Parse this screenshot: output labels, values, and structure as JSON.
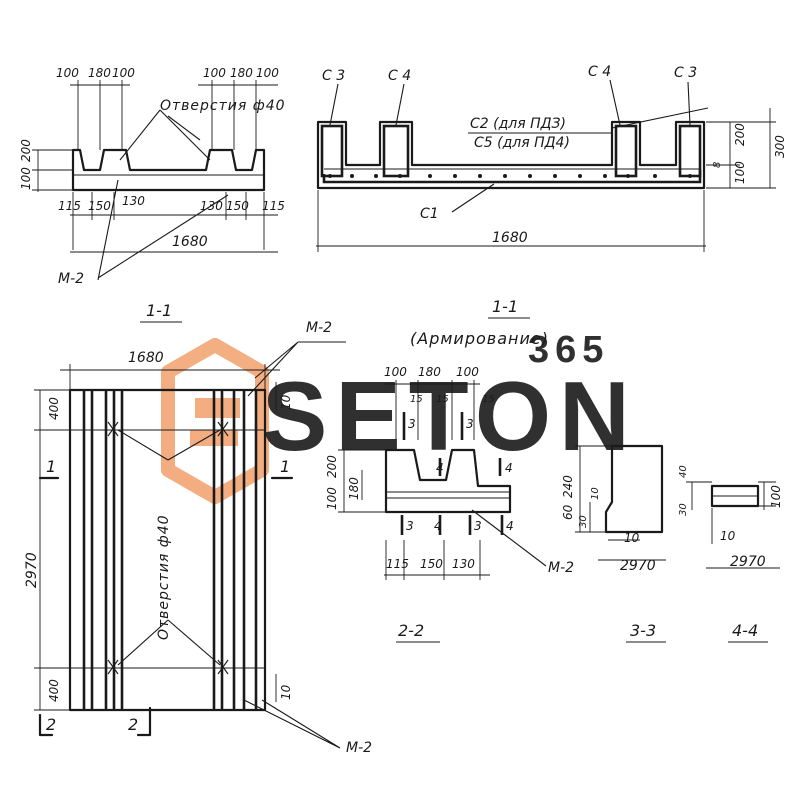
{
  "watermark": {
    "text": "SETON",
    "sub": "365",
    "color": "#f2a574",
    "grey": "#d6d6d6"
  },
  "top_left": {
    "top_dims": [
      "100",
      "180",
      "100",
      "100",
      "180",
      "100"
    ],
    "hole_label": "Отверстия ф40",
    "left_dims": [
      "200",
      "100"
    ],
    "bottom_dims": [
      "115",
      "150",
      "130",
      "130",
      "150",
      "115"
    ],
    "overall": "1680",
    "mesh": "М-2",
    "section": "1-1"
  },
  "top_right": {
    "labels": {
      "c3a": "С 3",
      "c4a": "С 4",
      "c4b": "С 4",
      "c3b": "С 3",
      "c1": "С1"
    },
    "mesh_note_1": "С2 (для ПДЗ)",
    "mesh_note_2": "С5 (для ПД4)",
    "right_dims": [
      "200",
      "300",
      "100",
      "8"
    ],
    "overall": "1680",
    "section": "1-1",
    "subtitle": "(Армирование)"
  },
  "plan": {
    "width": "1680",
    "length": "2970",
    "end_dim": "400",
    "end_dim_bottom": "400",
    "gap": "10",
    "gap_bottom": "10",
    "hole_label": "Отверстия ф40",
    "mesh_top": "М-2",
    "mesh_bottom": "М-2",
    "cut1": "1",
    "cut2": "2"
  },
  "section22": {
    "top_dims": [
      "100",
      "180",
      "100"
    ],
    "small_dims": [
      "15",
      "15",
      "15"
    ],
    "left_dims": [
      "200",
      "180",
      "100"
    ],
    "bar_labels": [
      "3",
      "3",
      "4",
      "4",
      "3",
      "4",
      "3",
      "4"
    ],
    "bottom_dims": [
      "115",
      "150",
      "130"
    ],
    "mesh": "М-2",
    "section": "2-2"
  },
  "section33": {
    "left_dims": [
      "60",
      "240",
      "30"
    ],
    "small": "10",
    "bottom_dim": "10",
    "length": "2970",
    "section": "3-3"
  },
  "section44": {
    "left_dims": [
      "40",
      "30"
    ],
    "right_dim": "100",
    "small": "10",
    "length": "2970",
    "section": "4-4"
  }
}
